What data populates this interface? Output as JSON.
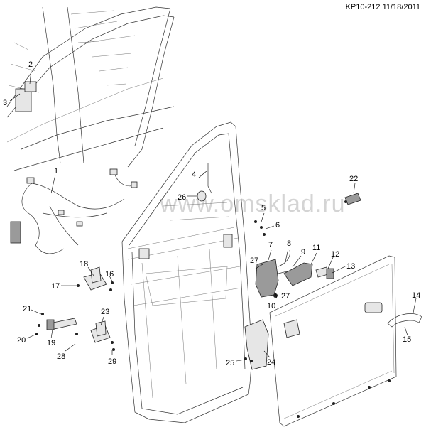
{
  "header": {
    "reference": "KP10-212 11/18/2011"
  },
  "watermark": "www.omsklad.ru",
  "callouts": [
    "1",
    "2",
    "3",
    "4",
    "5",
    "6",
    "7",
    "8",
    "9",
    "10",
    "11",
    "12",
    "13",
    "14",
    "15",
    "16",
    "17",
    "18",
    "19",
    "20",
    "21",
    "22",
    "23",
    "24",
    "25",
    "26",
    "27",
    "27",
    "28",
    "29"
  ],
  "colors": {
    "line": "#333333",
    "part_fill": "#e6e6e6",
    "dark_part": "#9a9a9a",
    "watermark": "#d4d4d4"
  }
}
